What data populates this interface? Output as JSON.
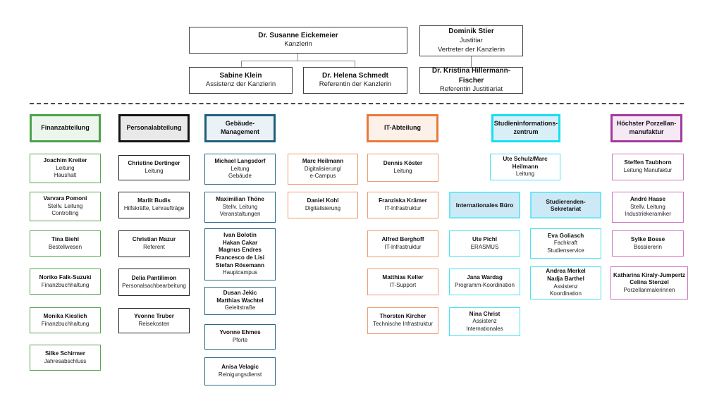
{
  "top": {
    "chancellor": {
      "name": "Dr. Susanne Eickemeier",
      "role": "Kanzlerin"
    },
    "deputy": {
      "name": "Dominik Stier",
      "role": "Justitiar\nVertreter der Kanzlerin"
    },
    "assistant": {
      "name": "Sabine Klein",
      "role": "Assistenz der Kanzlerin"
    },
    "referentin": {
      "name": "Dr. Helena Schmedt",
      "role": "Referentin der Kanzlerin"
    },
    "referentin_justitiariat": {
      "name": "Dr. Kristina Hillermann-Fischer",
      "role": "Referentin Justitiariat"
    }
  },
  "colors": {
    "finanz_border": "#55A64F",
    "finanz_fill": "#EDF6EC",
    "personal_border": "#141414",
    "personal_fill": "#E9E9E9",
    "gebaeude_border": "#1F5F7E",
    "gebaeude_fill": "#EAF2F8",
    "it_border": "#E8793A",
    "it_fill": "#FCF0E8",
    "studieninfo_border": "#17DEF2",
    "studieninfo_fill": "#D9EFF8",
    "porzellan_border": "#A23A9C",
    "porzellan_fill": "#F6E9F5",
    "top_box_border": "#404040",
    "connector": "#8A8A8A",
    "divider": "#4A4A4A"
  },
  "columns": {
    "finanz": {
      "title": "Finanzabteilung",
      "people": [
        {
          "name": "Joachim Kreiter",
          "role": "Leitung\nHaushalt"
        },
        {
          "name": "Varvara Pomoni",
          "role": "Stellv. Leitung\nControlling"
        },
        {
          "name": "Tina Biehl",
          "role": "Bestellwesen"
        },
        {
          "name": "Noriko Falk-Suzuki",
          "role": "Finanzbuchhaltung"
        },
        {
          "name": "Monika Kieslich",
          "role": "Finanzbuchhaltung"
        },
        {
          "name": "Silke Schirmer",
          "role": "Jahresabschluss"
        }
      ]
    },
    "personal": {
      "title": "Personalabteilung",
      "people": [
        {
          "name": "Christine Dertinger",
          "role": "Leitung"
        },
        {
          "name": "Marlit Budis",
          "role": "Hilfskräfte, Lehraufträge"
        },
        {
          "name": "Christian Mazur",
          "role": "Referent"
        },
        {
          "name": "Delia Pantilimon",
          "role": "Personalsachbearbeitung"
        },
        {
          "name": "Yvonne Truber",
          "role": "Reisekosten"
        }
      ]
    },
    "gebaeude": {
      "title": "Gebäude-Management",
      "people": [
        {
          "name": "Michael Langsdorf",
          "role": "Leitung\nGebäude"
        },
        {
          "name": "Maximilian Thöne",
          "role": "Stellv. Leitung\nVeranstaltungen"
        },
        {
          "name": "Ivan Bolotin\nHakan Cakar\nMagnus Endres\nFrancesco de Lisi\nStefan Rösemann",
          "role": "Hauptcampus"
        },
        {
          "name": "Dusan Jekic\nMatthias Wachtel",
          "role": "Geleitstraße"
        },
        {
          "name": "Yvonne Ehmes",
          "role": "Pforte"
        },
        {
          "name": "Anisa Velagic",
          "role": "Reinigungsdienst"
        }
      ]
    },
    "digitalisierung": {
      "people": [
        {
          "name": "Marc Heilmann",
          "role": "Digitalisierung/\ne-Campus"
        },
        {
          "name": "Daniel Kohl",
          "role": "Digitalisierung"
        }
      ]
    },
    "it": {
      "title": "IT-Abteilung",
      "people": [
        {
          "name": "Dennis Köster",
          "role": "Leitung"
        },
        {
          "name": "Franziska Krämer",
          "role": "IT-Infrastruktur"
        },
        {
          "name": "Alfred Berghoff",
          "role": "IT-Infrastruktur"
        },
        {
          "name": "Matthias Keller",
          "role": "IT-Support"
        },
        {
          "name": "Thorsten Kircher",
          "role": "Technische Infrastruktur"
        }
      ]
    },
    "studieninfo": {
      "title": "Studieninformations-\nzentrum",
      "leader": {
        "name": "Ute Schulz/Marc Heilmann",
        "role": "Leitung"
      },
      "subgroups": [
        {
          "title": "Internationales Büro"
        },
        {
          "title": "Studierenden-Sekretariat"
        }
      ],
      "international_people": [
        {
          "name": "Ute Pichl",
          "role": "ERASMUS"
        },
        {
          "name": "Jana Wardag",
          "role": "Programm-Koordination"
        },
        {
          "name": "Nina Christ",
          "role": "Assistenz\nInternationales"
        }
      ],
      "sekretariat_people": [
        {
          "name": "Eva Goliasch",
          "role": "Fachkraft\nStudienservice"
        },
        {
          "name": "Andrea Merkel\nNadja Barthel",
          "role": "Assistenz\nKoordination"
        }
      ]
    },
    "porzellan": {
      "title": "Höchster Porzellan-\nmanufaktur",
      "people": [
        {
          "name": "Steffen Taubhorn",
          "role": "Leitung Manufaktur"
        },
        {
          "name": "André Haase",
          "role": "Stellv. Leitung\nIndustriekeramiker"
        },
        {
          "name": "Sylke Bosse",
          "role": "Bossiererin"
        },
        {
          "name": "Katharina Kiraly-Jumpertz\nCelina Stenzel",
          "role": "Porzellanmalerinnen"
        }
      ]
    }
  }
}
